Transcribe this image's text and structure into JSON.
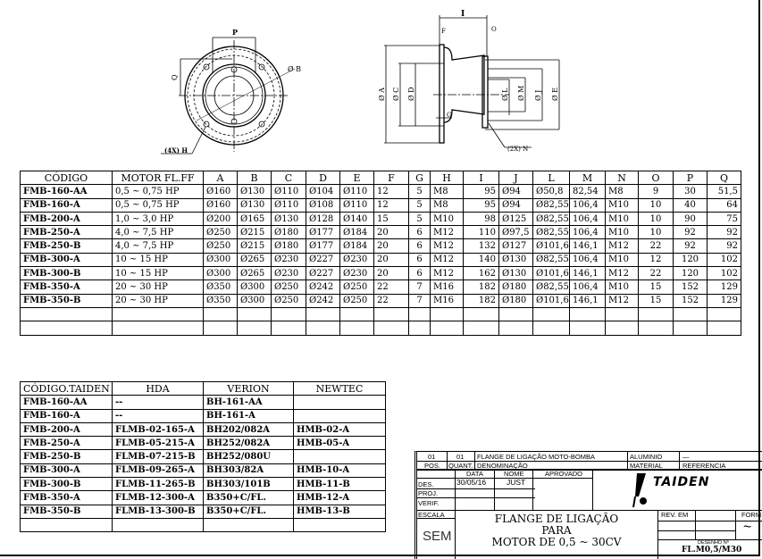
{
  "drawing": {
    "front_view_labels": {
      "p": "P",
      "q": "Q",
      "b": "Ø B",
      "holes": "(4X) H"
    },
    "side_view_labels": {
      "i": "I",
      "f": "F",
      "o": "O",
      "a": "Ø A",
      "c": "Ø C",
      "d": "Ø D",
      "g": "G",
      "l": "Ø L",
      "m": "Ø M",
      "j": "Ø J",
      "e": "Ø E",
      "holes": "(2X) N"
    }
  },
  "main_table": {
    "headers": [
      "CÓDIGO",
      "MOTOR FL.FF",
      "A",
      "B",
      "C",
      "D",
      "E",
      "F",
      "G",
      "H",
      "I",
      "J",
      "L",
      "M",
      "N",
      "O",
      "P",
      "Q"
    ],
    "rows": [
      [
        "FMB-160-AA",
        "0,5 ~ 0,75 HP",
        "Ø160",
        "Ø130",
        "Ø110",
        "Ø104",
        "Ø110",
        "12",
        "5",
        "M8",
        "95",
        "Ø94",
        "Ø50,8",
        "82,54",
        "M8",
        "9",
        "30",
        "51,5"
      ],
      [
        "FMB-160-A",
        "0,5 ~ 0,75 HP",
        "Ø160",
        "Ø130",
        "Ø110",
        "Ø108",
        "Ø110",
        "12",
        "5",
        "M8",
        "95",
        "Ø94",
        "Ø82,55",
        "106,4",
        "M10",
        "10",
        "40",
        "64"
      ],
      [
        "FMB-200-A",
        "1,0 ~ 3,0 HP",
        "Ø200",
        "Ø165",
        "Ø130",
        "Ø128",
        "Ø140",
        "15",
        "5",
        "M10",
        "98",
        "Ø125",
        "Ø82,55",
        "106,4",
        "M10",
        "10",
        "90",
        "75"
      ],
      [
        "FMB-250-A",
        "4,0 ~ 7,5 HP",
        "Ø250",
        "Ø215",
        "Ø180",
        "Ø177",
        "Ø184",
        "20",
        "6",
        "M12",
        "110",
        "Ø97,5",
        "Ø82,55",
        "106,4",
        "M10",
        "10",
        "92",
        "92"
      ],
      [
        "FMB-250-B",
        "4,0 ~ 7,5 HP",
        "Ø250",
        "Ø215",
        "Ø180",
        "Ø177",
        "Ø184",
        "20",
        "6",
        "M12",
        "132",
        "Ø127",
        "Ø101,6",
        "146,1",
        "M12",
        "22",
        "92",
        "92"
      ],
      [
        "FMB-300-A",
        "10 ~ 15 HP",
        "Ø300",
        "Ø265",
        "Ø230",
        "Ø227",
        "Ø230",
        "20",
        "6",
        "M12",
        "140",
        "Ø130",
        "Ø82,55",
        "106,4",
        "M10",
        "12",
        "120",
        "102"
      ],
      [
        "FMB-300-B",
        "10 ~ 15 HP",
        "Ø300",
        "Ø265",
        "Ø230",
        "Ø227",
        "Ø230",
        "20",
        "6",
        "M12",
        "162",
        "Ø130",
        "Ø101,6",
        "146,1",
        "M12",
        "22",
        "120",
        "102"
      ],
      [
        "FMB-350-A",
        "20 ~ 30 HP",
        "Ø350",
        "Ø300",
        "Ø250",
        "Ø242",
        "Ø250",
        "22",
        "7",
        "M16",
        "182",
        "Ø180",
        "Ø82,55",
        "106,4",
        "M10",
        "15",
        "152",
        "129"
      ],
      [
        "FMB-350-B",
        "20 ~ 30 HP",
        "Ø350",
        "Ø300",
        "Ø250",
        "Ø242",
        "Ø250",
        "22",
        "7",
        "M16",
        "182",
        "Ø180",
        "Ø101,6",
        "146,1",
        "M12",
        "15",
        "152",
        "129"
      ]
    ]
  },
  "cross_table": {
    "headers": [
      "CÓDIGO.TAIDEN",
      "HDA",
      "VERION",
      "NEWTEC"
    ],
    "rows": [
      [
        "FMB-160-AA",
        "--",
        "BH-161-AA",
        ""
      ],
      [
        "FMB-160-A",
        "--",
        "BH-161-A",
        ""
      ],
      [
        "FMB-200-A",
        "FLMB-02-165-A",
        "BH202/082A",
        "HMB-02-A"
      ],
      [
        "FMB-250-A",
        "FLMB-05-215-A",
        "BH252/082A",
        "HMB-05-A"
      ],
      [
        "FMB-250-B",
        "FLMB-07-215-B",
        "BH252/080U",
        ""
      ],
      [
        "FMB-300-A",
        "FLMB-09-265-A",
        "BH303/82A",
        "HMB-10-A"
      ],
      [
        "FMB-300-B",
        "FLMB-11-265-B",
        "BH303/101B",
        "HMB-11-B"
      ],
      [
        "FMB-350-A",
        "FLMB-12-300-A",
        "B350+C/FL.",
        "HMB-12-A"
      ],
      [
        "FMB-350-B",
        "FLMB-13-300-B",
        "B350+C/FL.",
        "HMB-13-B"
      ]
    ]
  },
  "title_block": {
    "pos": "01",
    "quant": "01",
    "denominacao": "FLANGE DE LIGAÇÃO MOTO-BOMBA",
    "material": "ALUMINIO",
    "referencia": "—",
    "pos_label": "POS.",
    "quant_label": "QUANT.",
    "denominacao_label": "DENOMINAÇÃO",
    "material_label": "MATERIAL",
    "referencia_label": "REFERENCIA",
    "data_label": "DATA",
    "nome_label": "NOME",
    "aprovado_label": "APROVADO",
    "des_label": "DES.",
    "proj_label": "PROJ.",
    "verif_label": "VERIF.",
    "des_date": "30/05/16",
    "des_name": "JUST",
    "logo_text": "TAIDEN",
    "escala_label": "ESCALA",
    "escala": "SEM",
    "title_line1": "FLANGE DE LIGAÇÃO",
    "title_line2": "PARA",
    "title_line3": "MOTOR DE 0,5 ~ 30CV",
    "rev_label": "REV.",
    "em_label": "EM",
    "form_label": "FORM.",
    "form_value": "~",
    "desenho_label": "DESENHO Nº",
    "desenho": "FL.M0,5/M30"
  }
}
